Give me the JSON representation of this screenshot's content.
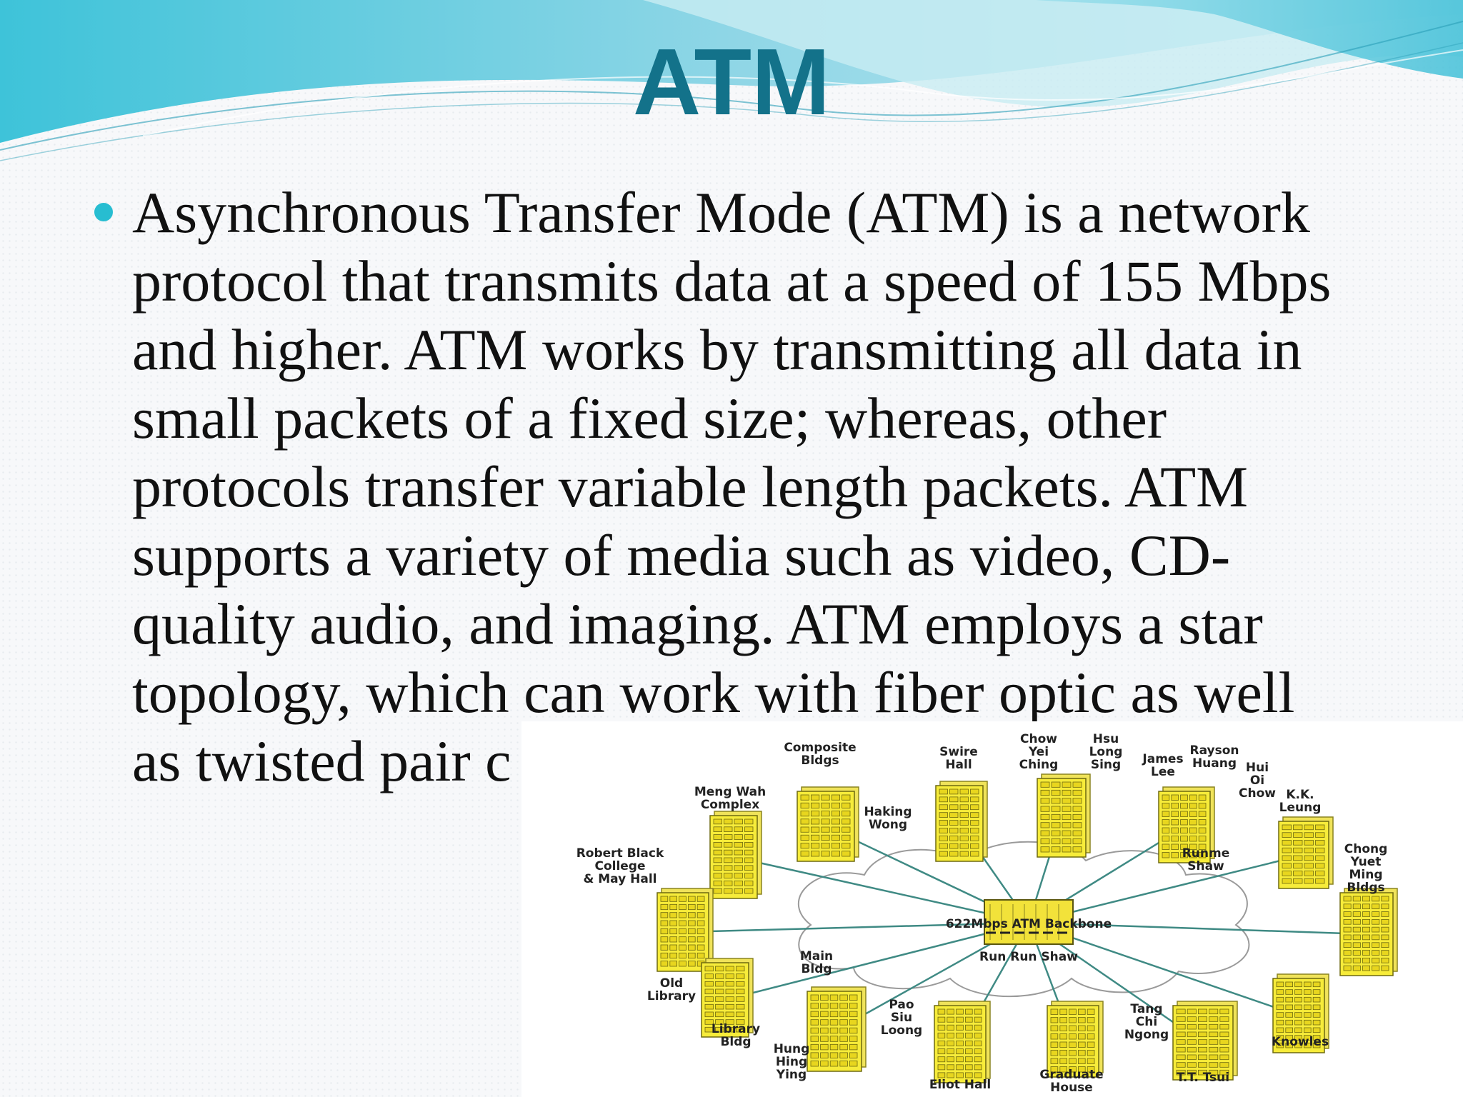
{
  "slide": {
    "title": "ATM",
    "bullet_lines": [
      "Asynchronous Transfer Mode (ATM) is a network",
      "protocol that transmits data at a speed of 155 Mbps",
      "and higher. ATM works by transmitting all data in",
      "small packets of a fixed size; whereas, other",
      "protocols transfer variable length packets. ATM",
      "supports a variety of media such as video, CD-",
      "quality audio, and imaging. ATM employs a star",
      "topology, which can work with fiber optic as well",
      "as twisted pair c"
    ]
  },
  "diagram": {
    "hub_label": "622Mbps ATM Backbone",
    "hub_sublabel": "Run Run Shaw",
    "nodes": [
      {
        "id": "composite",
        "label": [
          "Composite",
          "Bldgs"
        ]
      },
      {
        "id": "swire",
        "label": [
          "Swire",
          "Hall"
        ]
      },
      {
        "id": "chow-yei-ching",
        "label": [
          "Chow",
          "Yei",
          "Ching"
        ]
      },
      {
        "id": "hsu-long-sing",
        "label": [
          "Hsu",
          "Long",
          "Sing"
        ]
      },
      {
        "id": "rayson",
        "label": [
          "Rayson",
          "Huang"
        ]
      },
      {
        "id": "james-lee",
        "label": [
          "James",
          "Lee"
        ]
      },
      {
        "id": "hui-oi-chow",
        "label": [
          "Hui",
          "Oi",
          "Chow"
        ]
      },
      {
        "id": "kk-leung",
        "label": [
          "K.K.",
          "Leung"
        ]
      },
      {
        "id": "meng-wah",
        "label": [
          "Meng Wah",
          "Complex"
        ]
      },
      {
        "id": "haking-wong",
        "label": [
          "Haking",
          "Wong"
        ]
      },
      {
        "id": "robert-black",
        "label": [
          "Robert Black",
          "College",
          "& May Hall"
        ]
      },
      {
        "id": "runme-shaw",
        "label": [
          "Runme",
          "Shaw"
        ]
      },
      {
        "id": "chong-yuet-ming",
        "label": [
          "Chong",
          "Yuet",
          "Ming",
          "Bldgs"
        ]
      },
      {
        "id": "main-bldg",
        "label": [
          "Main",
          "Bldg"
        ]
      },
      {
        "id": "old-library",
        "label": [
          "Old",
          "Library"
        ]
      },
      {
        "id": "library-bldg",
        "label": [
          "Library",
          "Bldg"
        ]
      },
      {
        "id": "hung-hing-ying",
        "label": [
          "Hung",
          "Hing",
          "Ying"
        ]
      },
      {
        "id": "pao-siu-loong",
        "label": [
          "Pao",
          "Siu",
          "Loong"
        ]
      },
      {
        "id": "eliot-hall",
        "label": [
          "Eliot Hall"
        ]
      },
      {
        "id": "graduate-house",
        "label": [
          "Graduate",
          "House"
        ]
      },
      {
        "id": "tang-chi-ngong",
        "label": [
          "Tang",
          "Chi",
          "Ngong"
        ]
      },
      {
        "id": "tt-tsui",
        "label": [
          "T.T. Tsui"
        ]
      },
      {
        "id": "knowles",
        "label": [
          "Knowles"
        ]
      }
    ]
  }
}
